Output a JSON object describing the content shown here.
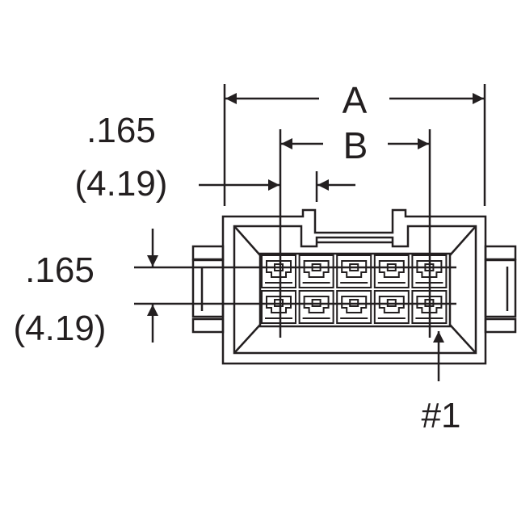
{
  "drawing": {
    "ink_color": "#231f20",
    "background_color": "#ffffff",
    "labels": {
      "dim_a": "A",
      "dim_b": "B",
      "pitch_horizontal_in": ".165",
      "pitch_horizontal_mm": "(4.19)",
      "pitch_vertical_in": ".165",
      "pitch_vertical_mm": "(4.19)",
      "pin_one": "#1"
    },
    "connector": {
      "rows": 2,
      "columns": 5
    }
  }
}
